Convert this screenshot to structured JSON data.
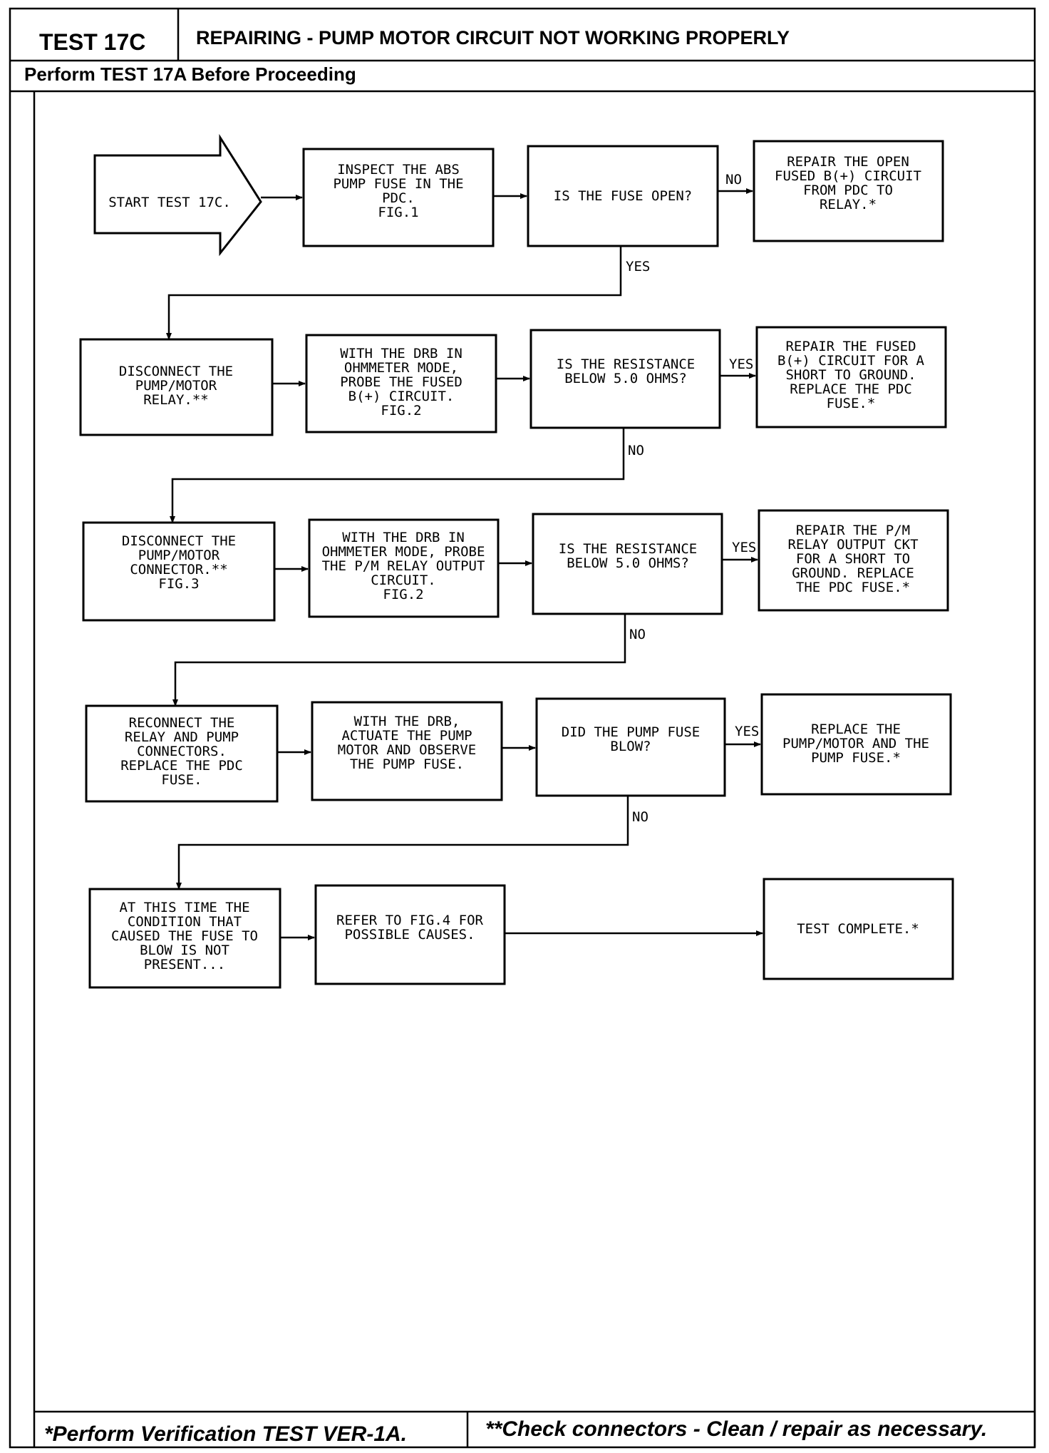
{
  "header": {
    "test_id": "TEST 17C",
    "title": "REPAIRING - PUMP MOTOR CIRCUIT NOT WORKING PROPERLY",
    "prerequisite": "Perform TEST 17A Before Proceeding"
  },
  "flow": {
    "start": [
      "START TEST 17C."
    ],
    "row1": {
      "step": [
        "INSPECT THE ABS",
        "PUMP FUSE IN THE",
        "PDC.",
        "",
        "FIG.1"
      ],
      "question": [
        "IS THE FUSE OPEN?"
      ],
      "no_label": "NO",
      "yes_label": "YES",
      "result": [
        "REPAIR THE OPEN",
        "FUSED B(+) CIRCUIT",
        "FROM PDC TO",
        "RELAY.*"
      ]
    },
    "row2": {
      "action": [
        "DISCONNECT THE",
        "PUMP/MOTOR",
        "RELAY.**"
      ],
      "step": [
        "WITH THE DRB IN",
        "OHMMETER MODE,",
        "PROBE THE FUSED",
        "B(+) CIRCUIT.",
        "FIG.2"
      ],
      "question": [
        "IS THE RESISTANCE",
        "BELOW 5.0 OHMS?"
      ],
      "yes_label": "YES",
      "no_label": "NO",
      "result": [
        "REPAIR THE FUSED",
        "B(+) CIRCUIT FOR A",
        "SHORT TO GROUND.",
        "REPLACE THE PDC",
        "FUSE.*"
      ]
    },
    "row3": {
      "action": [
        "DISCONNECT THE",
        "PUMP/MOTOR",
        "CONNECTOR.**",
        "",
        "FIG.3"
      ],
      "step": [
        "WITH THE DRB IN",
        "OHMMETER MODE, PROBE",
        "THE P/M RELAY OUTPUT",
        "CIRCUIT.",
        "FIG.2"
      ],
      "question": [
        "IS THE RESISTANCE",
        "BELOW 5.0 OHMS?"
      ],
      "yes_label": "YES",
      "no_label": "NO",
      "result": [
        "REPAIR THE P/M",
        "RELAY OUTPUT CKT",
        "FOR A SHORT TO",
        "GROUND. REPLACE",
        "THE PDC FUSE.*"
      ]
    },
    "row4": {
      "action": [
        "RECONNECT THE",
        "RELAY AND PUMP",
        "CONNECTORS.",
        "REPLACE THE PDC",
        "FUSE."
      ],
      "step": [
        "WITH THE DRB,",
        "ACTUATE THE PUMP",
        "MOTOR AND OBSERVE",
        "THE PUMP FUSE."
      ],
      "question": [
        "DID THE PUMP FUSE",
        "BLOW?"
      ],
      "yes_label": "YES",
      "no_label": "NO",
      "result": [
        "REPLACE THE",
        "PUMP/MOTOR AND THE",
        "PUMP FUSE.*"
      ]
    },
    "row5": {
      "action": [
        "AT THIS TIME THE",
        "CONDITION THAT",
        "CAUSED THE FUSE TO",
        "BLOW IS NOT",
        "PRESENT..."
      ],
      "step": [
        "REFER TO FIG.4 FOR",
        "POSSIBLE CAUSES."
      ],
      "result": [
        "TEST COMPLETE.*"
      ]
    }
  },
  "footer": {
    "left": "*Perform Verification TEST VER-1A.",
    "right": "**Check connectors - Clean / repair as necessary."
  }
}
